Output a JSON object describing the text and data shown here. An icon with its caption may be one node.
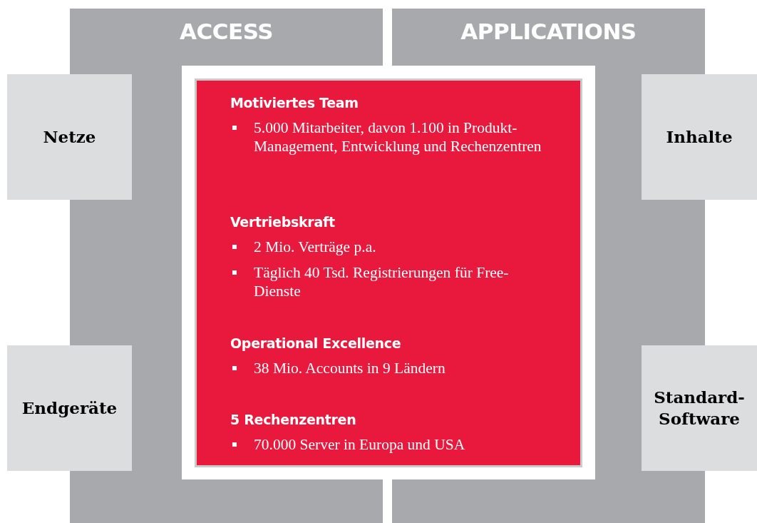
{
  "diagram": {
    "nodes": [
      {
        "text": [
          "ACCESS"
        ]
      },
      {
        "text": [
          "APPLICATIONS"
        ]
      },
      {
        "text": [
          "Netze"
        ]
      },
      {
        "text": [
          "Endgeräte"
        ]
      },
      {
        "text": [
          "Inhalte"
        ]
      },
      {
        "text": [
          "Standard-Software"
        ]
      },
      {
        "text": [],
        "shape": "box"
      },
      {
        "text": [
          "Motiviertes Team",
          "5.000 Mitarbeiter, davon 1.100 in Produkt-Management, Entwicklung und Rechenzentren"
        ],
        "in": 6
      },
      {
        "text": [
          "Vertriebskraft",
          "2 Mio. Verträge p.a.",
          "Täglich 40 Tsd. Registrierungen für Free-Dienste"
        ],
        "in": 6
      },
      {
        "text": [
          "Operational Excellence",
          "38 Mio. Accounts in 9 Ländern"
        ],
        "in": 6
      },
      {
        "text": [
          "5 Rechenzentren",
          "70.000 Server in Europa und USA"
        ],
        "in": 6
      }
    ]
  }
}
